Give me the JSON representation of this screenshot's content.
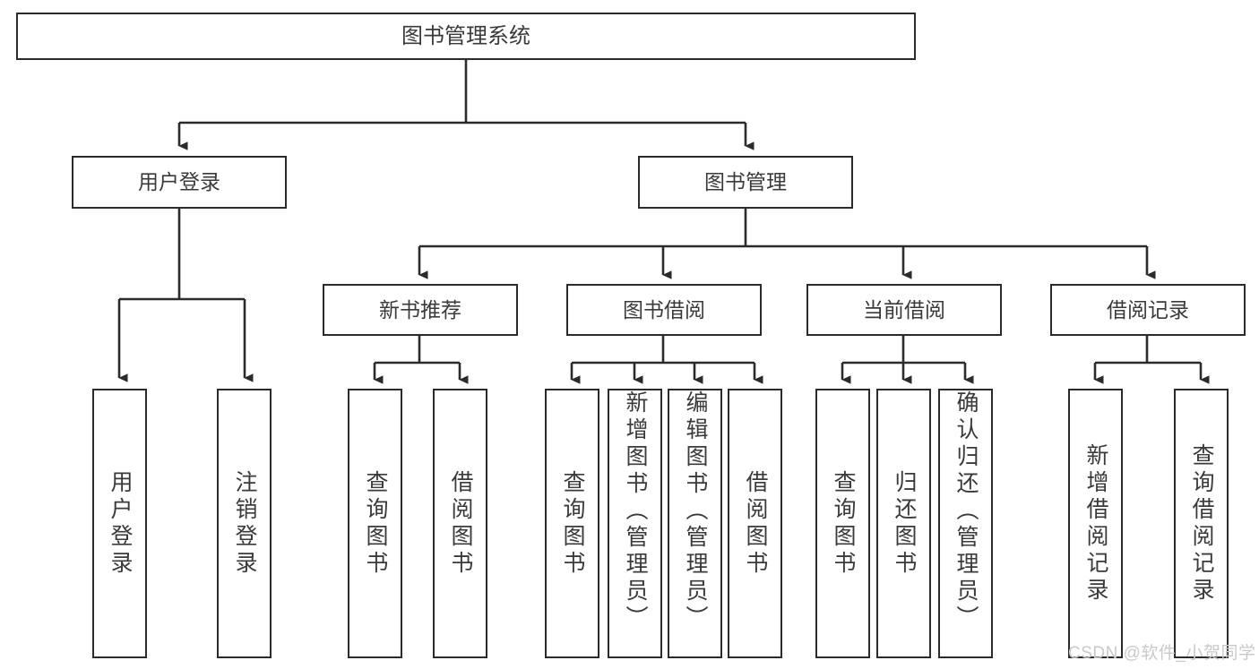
{
  "diagram": {
    "type": "tree-hierarchy",
    "title": "图书管理系统",
    "root": {
      "id": "root",
      "label": "图书管理系统",
      "orientation": "horizontal"
    },
    "level1": [
      {
        "id": "user-login",
        "label": "用户登录",
        "orientation": "horizontal"
      },
      {
        "id": "book-management",
        "label": "图书管理",
        "orientation": "horizontal"
      }
    ],
    "level2": [
      {
        "id": "new-book-recommend",
        "label": "新书推荐",
        "parent": "book-management",
        "orientation": "horizontal"
      },
      {
        "id": "book-borrow",
        "label": "图书借阅",
        "parent": "book-management",
        "orientation": "horizontal"
      },
      {
        "id": "current-borrow",
        "label": "当前借阅",
        "parent": "book-management",
        "orientation": "horizontal"
      },
      {
        "id": "borrow-record",
        "label": "借阅记录",
        "parent": "book-management",
        "orientation": "horizontal"
      }
    ],
    "leaves": [
      {
        "id": "leaf-user-login",
        "label": "用户登录",
        "parent": "user-login",
        "orientation": "vertical",
        "align": "mid"
      },
      {
        "id": "leaf-user-logout",
        "label": "注销登录",
        "parent": "user-login",
        "orientation": "vertical",
        "align": "mid"
      },
      {
        "id": "leaf-query-book-1",
        "label": "查询图书",
        "parent": "new-book-recommend",
        "orientation": "vertical",
        "align": "mid"
      },
      {
        "id": "leaf-borrow-book-1",
        "label": "借阅图书",
        "parent": "new-book-recommend",
        "orientation": "vertical",
        "align": "mid"
      },
      {
        "id": "leaf-query-book-2",
        "label": "查询图书",
        "parent": "book-borrow",
        "orientation": "vertical",
        "align": "mid"
      },
      {
        "id": "leaf-add-book-admin",
        "label": "新增图书（管理员）",
        "parent": "book-borrow",
        "orientation": "vertical",
        "align": "top"
      },
      {
        "id": "leaf-edit-book-admin",
        "label": "编辑图书（管理员）",
        "parent": "book-borrow",
        "orientation": "vertical",
        "align": "top"
      },
      {
        "id": "leaf-borrow-book-2",
        "label": "借阅图书",
        "parent": "book-borrow",
        "orientation": "vertical",
        "align": "mid"
      },
      {
        "id": "leaf-query-book-3",
        "label": "查询图书",
        "parent": "current-borrow",
        "orientation": "vertical",
        "align": "mid"
      },
      {
        "id": "leaf-return-book",
        "label": "归还图书",
        "parent": "current-borrow",
        "orientation": "vertical",
        "align": "mid"
      },
      {
        "id": "leaf-confirm-return-admin",
        "label": "确认归还（管理员）",
        "parent": "current-borrow",
        "orientation": "vertical",
        "align": "top"
      },
      {
        "id": "leaf-add-borrow-record",
        "label": "新增借阅记录",
        "parent": "borrow-record",
        "orientation": "vertical",
        "align": "mid"
      },
      {
        "id": "leaf-query-borrow-record",
        "label": "查询借阅记录",
        "parent": "borrow-record",
        "orientation": "vertical",
        "align": "mid"
      }
    ],
    "colors": {
      "box_border": "#2b2b2b",
      "box_fill": "#ffffff",
      "text": "#3a3a3a",
      "connector": "#2b2b2b",
      "watermark": "#c9c9c9",
      "background": "#ffffff"
    }
  },
  "watermark": {
    "text": "CSDN @软件_小贺同学"
  }
}
